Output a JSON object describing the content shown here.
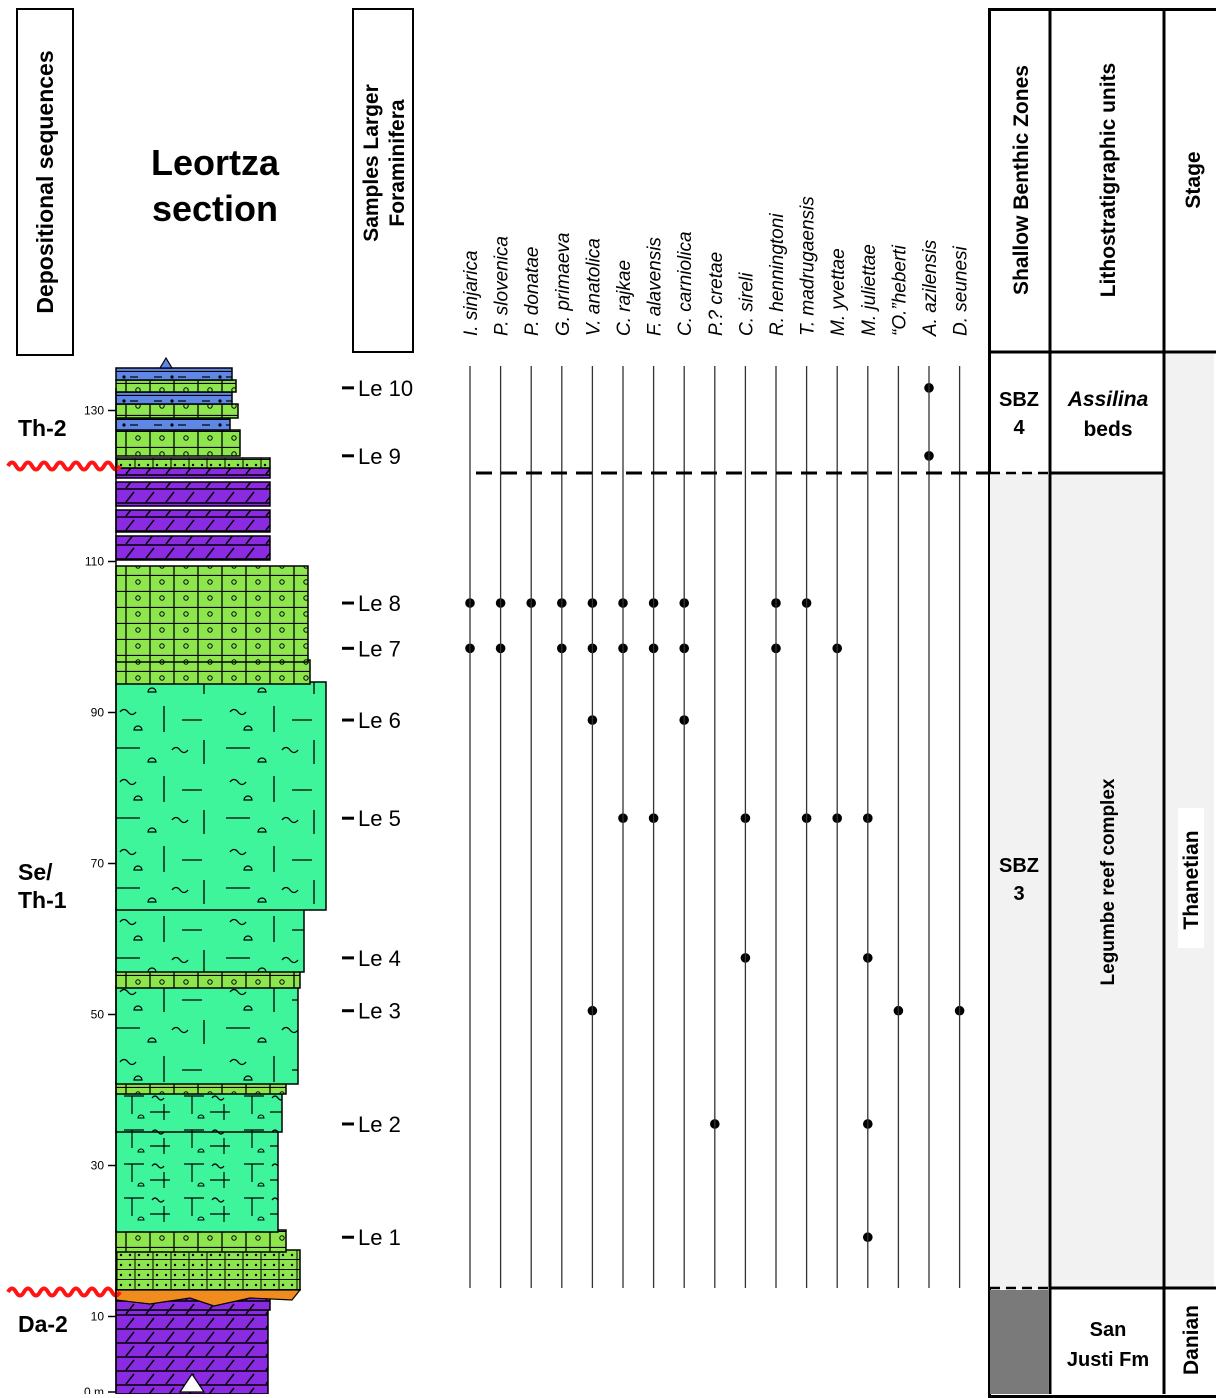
{
  "headers": {
    "depositional_sequences": "Depositional sequences",
    "samples_larger_foraminifera": [
      "Samples Larger",
      "Foraminifera"
    ],
    "shallow_benthic_zones": "Shallow Benthic Zones",
    "lithostratigraphic_units": "Lithostratigraphic units",
    "stage": "Stage"
  },
  "title": {
    "line1": "Leortza",
    "line2": "section"
  },
  "sequences": {
    "th2": "Th-2",
    "seth1_line1": "Se/",
    "seth1_line2": "Th-1",
    "da2": "Da-2"
  },
  "scale": {
    "unit_label": "0 m",
    "ticks": [
      {
        "value": 0,
        "label": "0 m"
      },
      {
        "value": 10,
        "label": "10"
      },
      {
        "value": 30,
        "label": "30"
      },
      {
        "value": 50,
        "label": "50"
      },
      {
        "value": 70,
        "label": "70"
      },
      {
        "value": 90,
        "label": "90"
      },
      {
        "value": 110,
        "label": "110"
      },
      {
        "value": 130,
        "label": "130"
      }
    ]
  },
  "samples": [
    {
      "label": "Le 10",
      "height_m": 133
    },
    {
      "label": "Le 9",
      "height_m": 124
    },
    {
      "label": "Le 8",
      "height_m": 104.5
    },
    {
      "label": "Le 7",
      "height_m": 98.5
    },
    {
      "label": "Le 6",
      "height_m": 89
    },
    {
      "label": "Le 5",
      "height_m": 76
    },
    {
      "label": "Le 4",
      "height_m": 57.5
    },
    {
      "label": "Le 3",
      "height_m": 50.5
    },
    {
      "label": "Le 2",
      "height_m": 35.5
    },
    {
      "label": "Le 1",
      "height_m": 20.5
    }
  ],
  "species": [
    "I. sinjarica",
    "P. slovenica",
    "P. donatae",
    "G. primaeva",
    "V. anatolica",
    "C. rajkae",
    "F. alavensis",
    "C. carniolica",
    "P.? cretae",
    "C. sireli",
    "R. henningtoni",
    "T. madrugaensis",
    "M. yvettae",
    "M. juliettae",
    "“O.”heberti",
    "A. azilensis",
    "D. seunesi"
  ],
  "occurrences": {
    "Le 10": [
      15
    ],
    "Le 9": [
      15
    ],
    "Le 8": [
      0,
      1,
      2,
      3,
      4,
      5,
      6,
      7,
      10,
      11
    ],
    "Le 7": [
      0,
      1,
      3,
      4,
      5,
      6,
      7,
      10,
      12
    ],
    "Le 6": [
      4,
      7
    ],
    "Le 5": [
      5,
      6,
      9,
      11,
      12,
      13
    ],
    "Le 4": [
      9,
      13
    ],
    "Le 3": [
      4,
      14,
      16
    ],
    "Le 2": [
      8,
      13
    ],
    "Le 1": [
      13
    ]
  },
  "zones": {
    "sbz4": {
      "line1": "SBZ",
      "line2": "4"
    },
    "sbz3": {
      "line1": "SBZ",
      "line2": "3"
    }
  },
  "units": {
    "assilina_line1": "Assilina",
    "assilina_line2": "beds",
    "legumbe": "Legumbe reef complex",
    "san_justi_line1": "San",
    "san_justi_line2": "Justi Fm"
  },
  "stages": {
    "thanetian": "Thanetian",
    "danian": "Danian"
  },
  "colors": {
    "purple": "#8a2be2",
    "light_green": "#8ee64e",
    "reef_green": "#3ef59c",
    "blue": "#5f87e6",
    "orange": "#f08c1e",
    "red": "#ff1414",
    "grey_zone": "#f2f2f2",
    "dark_grey": "#7a7a7a"
  }
}
